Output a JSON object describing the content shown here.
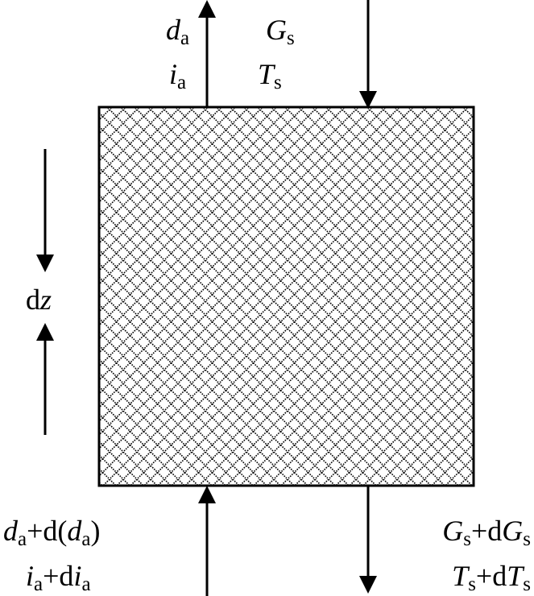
{
  "diagram": {
    "description_labels": {
      "top_left": {
        "line1": {
          "main": "d",
          "sub": "a"
        },
        "line2": {
          "main": "i",
          "sub": "a"
        }
      },
      "top_right": {
        "line1": {
          "main": "G",
          "sub": "s"
        },
        "line2": {
          "main": "T",
          "sub": "s"
        }
      },
      "dz": {
        "d": "d",
        "z": "z"
      },
      "bottom_left": {
        "line1": {
          "a": "d",
          "a_sub": "a",
          "b": "+d(",
          "c": "d",
          "c_sub": "a",
          "d": ")"
        },
        "line2": {
          "a": "i",
          "a_sub": "a",
          "b": "+d",
          "c": "i",
          "c_sub": "a"
        }
      },
      "bottom_right": {
        "line1": {
          "a": "G",
          "a_sub": "s",
          "b": "+d",
          "c": "G",
          "c_sub": "s"
        },
        "line2": {
          "a": "T",
          "a_sub": "s",
          "b": "+d",
          "c": "T",
          "c_sub": "s"
        }
      }
    },
    "colors": {
      "line": "#000000",
      "background": "#ffffff"
    }
  }
}
